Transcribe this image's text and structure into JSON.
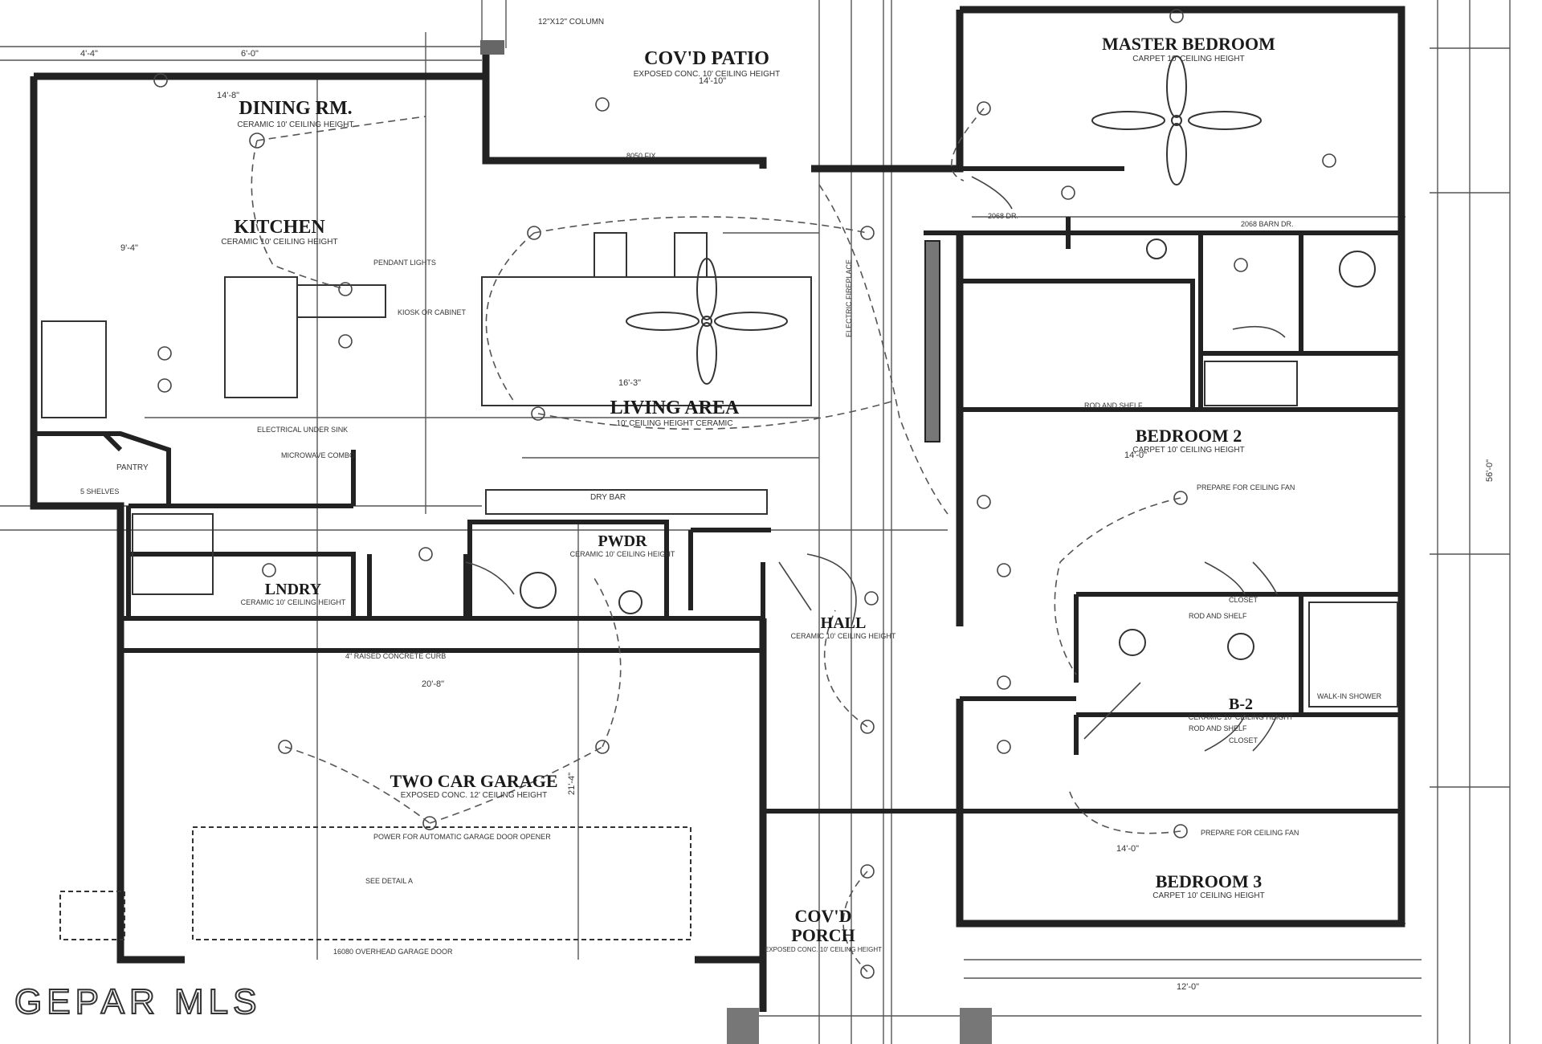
{
  "rooms": {
    "dining": {
      "name": "DINING RM.",
      "sub": "CERAMIC 10' CEILING HEIGHT"
    },
    "kitchen": {
      "name": "KITCHEN",
      "sub": "CERAMIC 10' CEILING HEIGHT"
    },
    "patio": {
      "name": "COV'D PATIO",
      "sub": "EXPOSED CONC. 10' CEILING HEIGHT"
    },
    "master": {
      "name": "MASTER BEDROOM",
      "sub": "CARPET 10' CEILING HEIGHT"
    },
    "living": {
      "name": "LIVING AREA",
      "sub": "10' CEILING HEIGHT CERAMIC"
    },
    "bed2": {
      "name": "BEDROOM 2",
      "sub": "CARPET 10' CEILING HEIGHT"
    },
    "pwdr": {
      "name": "PWDR",
      "sub": "CERAMIC 10' CEILING HEIGHT"
    },
    "lndry": {
      "name": "LNDRY",
      "sub": "CERAMIC 10' CEILING HEIGHT"
    },
    "hall": {
      "name": "HALL",
      "sub": "CERAMIC 10' CEILING HEIGHT"
    },
    "b2": {
      "name": "B-2",
      "sub": "CERAMIC 10' CEILING HEIGHT"
    },
    "garage": {
      "name": "TWO CAR GARAGE",
      "sub": "EXPOSED CONC. 12' CEILING HEIGHT"
    },
    "bed3": {
      "name": "BEDROOM 3",
      "sub": "CARPET 10' CEILING HEIGHT"
    },
    "porch": {
      "name_line1": "COV'D",
      "name_line2": "PORCH",
      "sub": "EXPOSED CONC. 10' CEILING HEIGHT"
    }
  },
  "notes": {
    "column": "12\"X12\" COLUMN",
    "pendant": "PENDANT LIGHTS",
    "kiosk": "KIOSK OR CABINET",
    "electrical": "ELECTRICAL UNDER SINK",
    "microwave": "MICROWAVE COMBO",
    "pantry": "PANTRY",
    "shelves": "5 SHELVES",
    "dry_bar": "DRY BAR",
    "rod_shelf_1": "ROD AND SHELF",
    "rod_shelf_2": "ROD AND SHELF",
    "rod_shelf_3": "ROD AND SHELF",
    "closet_1": "CLOSET",
    "closet_2": "CLOSET",
    "fan_prep_1": "PREPARE FOR CEILING FAN",
    "fan_prep_2": "PREPARE FOR CEILING FAN",
    "garage_opener": "POWER FOR AUTOMATIC GARAGE DOOR OPENER",
    "detail": "SEE DETAIL A",
    "overhead_door": "16080 OVERHEAD GARAGE DOOR",
    "curb": "4\" RAISED CONCRETE CURB",
    "walkin": "WALK-IN SHOWER",
    "fireplace": "ELECTRIC FIREPLACE",
    "door_2068": "2068 DR.",
    "barn_door": "2068 BARN DR.",
    "eight_fix": "8050 FIX"
  },
  "dims": {
    "d_14_8": "14'-8\"",
    "d_14_10": "14'-10\"",
    "d_16_3": "16'-3\"",
    "d_14_0": "14'-0\"",
    "d_20_8": "20'-8\"",
    "d_21_4": "21'-4\"",
    "d_12_0": "12'-0\"",
    "d_56_0": "56'-0\"",
    "d_14_0b": "14'-0\"",
    "d_6_0": "6'-0\"",
    "d_4_4": "4'-4\"",
    "d_9_4": "9'-4\""
  },
  "watermark": "GEPAR MLS"
}
